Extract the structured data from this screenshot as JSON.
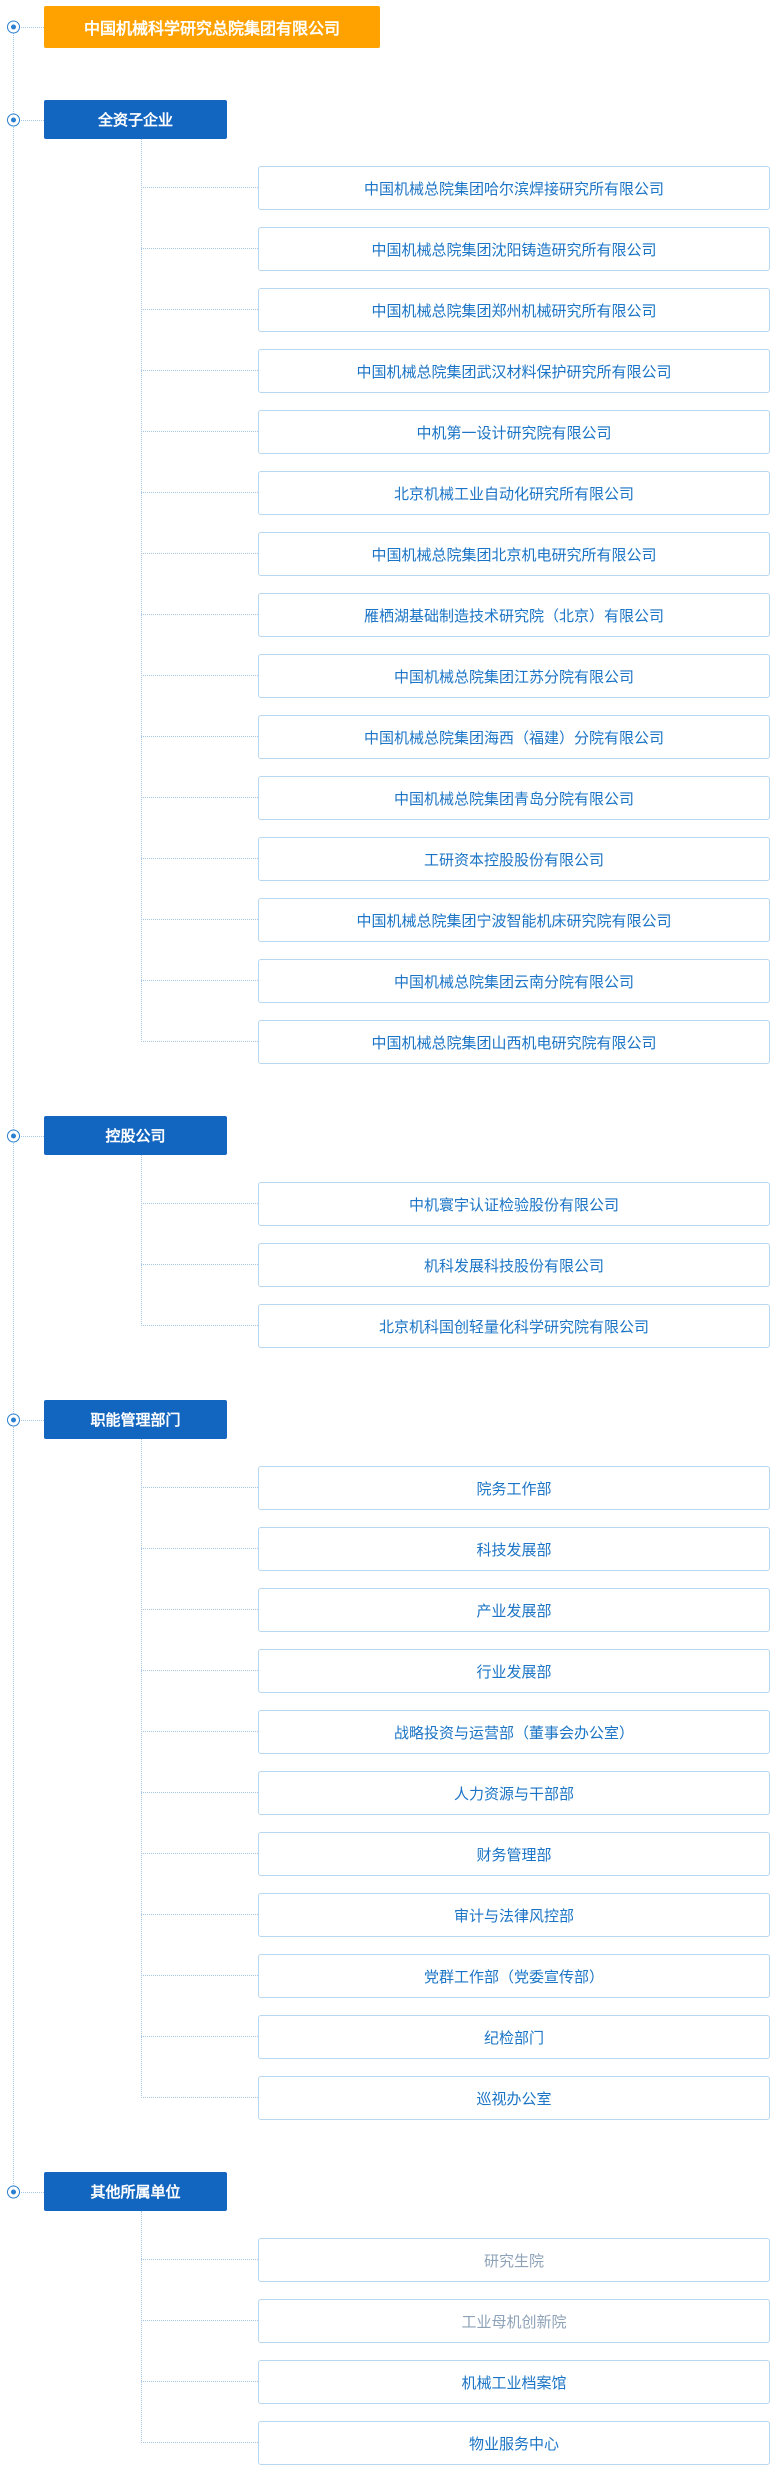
{
  "root": {
    "label": "中国机械科学研究总院集团有限公司"
  },
  "groups": [
    {
      "label": "全资子企业",
      "items": [
        {
          "label": "中国机械总院集团哈尔滨焊接研究所有限公司"
        },
        {
          "label": "中国机械总院集团沈阳铸造研究所有限公司"
        },
        {
          "label": "中国机械总院集团郑州机械研究所有限公司"
        },
        {
          "label": "中国机械总院集团武汉材料保护研究所有限公司"
        },
        {
          "label": "中机第一设计研究院有限公司"
        },
        {
          "label": "北京机械工业自动化研究所有限公司"
        },
        {
          "label": "中国机械总院集团北京机电研究所有限公司"
        },
        {
          "label": "雁栖湖基础制造技术研究院（北京）有限公司"
        },
        {
          "label": "中国机械总院集团江苏分院有限公司"
        },
        {
          "label": "中国机械总院集团海西（福建）分院有限公司"
        },
        {
          "label": "中国机械总院集团青岛分院有限公司"
        },
        {
          "label": "工研资本控股股份有限公司"
        },
        {
          "label": "中国机械总院集团宁波智能机床研究院有限公司"
        },
        {
          "label": "中国机械总院集团云南分院有限公司"
        },
        {
          "label": "中国机械总院集团山西机电研究院有限公司"
        }
      ]
    },
    {
      "label": "控股公司",
      "items": [
        {
          "label": "中机寰宇认证检验股份有限公司"
        },
        {
          "label": "机科发展科技股份有限公司"
        },
        {
          "label": "北京机科国创轻量化科学研究院有限公司"
        }
      ]
    },
    {
      "label": "职能管理部门",
      "items": [
        {
          "label": "院务工作部"
        },
        {
          "label": "科技发展部"
        },
        {
          "label": "产业发展部"
        },
        {
          "label": "行业发展部"
        },
        {
          "label": "战略投资与运营部（董事会办公室）"
        },
        {
          "label": "人力资源与干部部"
        },
        {
          "label": "财务管理部"
        },
        {
          "label": "审计与法律风控部"
        },
        {
          "label": "党群工作部（党委宣传部）"
        },
        {
          "label": "纪检部门"
        },
        {
          "label": "巡视办公室"
        }
      ]
    },
    {
      "label": "其他所属单位",
      "items": [
        {
          "label": "研究生院",
          "muted": true
        },
        {
          "label": "工业母机创新院",
          "muted": true
        },
        {
          "label": "机械工业档案馆"
        },
        {
          "label": "物业服务中心"
        }
      ]
    }
  ],
  "colors": {
    "root_bg": "#ffa200",
    "group_bg": "#1366c0",
    "item_text": "#1b74c5",
    "item_border": "#b8d7f0",
    "line": "#a6c8e6",
    "bullet": "#2a7fd0",
    "muted_text": "#8fa3b8"
  }
}
